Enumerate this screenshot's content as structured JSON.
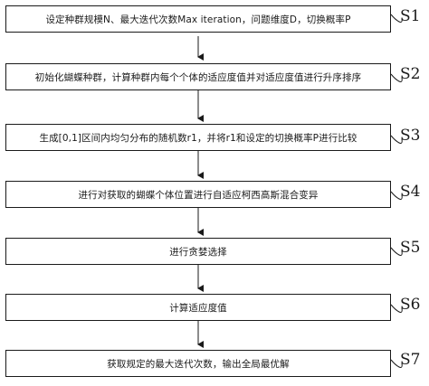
{
  "steps": [
    {
      "id": "S1",
      "text": "设定种群规模N、最大迭代次数Max iteration，问题维度D，切换概率P"
    },
    {
      "id": "S2",
      "text": "初始化蝴蝶种群，计算种群内每个个体的适应度值并对适应度值进行升序排序"
    },
    {
      "id": "S3",
      "text": "生成[0,1]区间内均匀分布的随机数r1，并将r1和设定的切换概率P进行比较"
    },
    {
      "id": "S4",
      "text": "进行对获取的蝴蝶个体位置进行自适应柯西高斯混合变异"
    },
    {
      "id": "S5",
      "text": "进行贪婪选择"
    },
    {
      "id": "S6",
      "text": "计算适应度值"
    },
    {
      "id": "S7",
      "text": "获取规定的最大迭代次数，输出全局最优解"
    }
  ]
}
